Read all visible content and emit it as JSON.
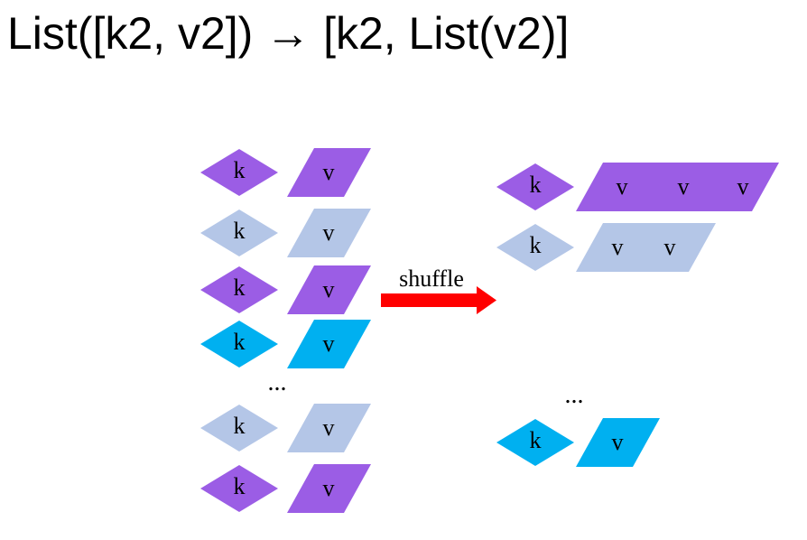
{
  "title": "List([k2, v2]) → [k2, List(v2)]",
  "colors": {
    "purple": "#9b5de5",
    "lightblue": "#b4c6e7",
    "cyan": "#00b0f0",
    "arrow": "#ff0000"
  },
  "key_label": "k",
  "value_label": "v",
  "arrow_label": "shuffle",
  "ellipsis": "...",
  "input_pairs": [
    "purple",
    "lightblue",
    "purple",
    "cyan",
    "lightblue",
    "purple"
  ],
  "output_groups": [
    {
      "color": "purple",
      "value_count": 3
    },
    {
      "color": "lightblue",
      "value_count": 2
    },
    {
      "color": "cyan",
      "value_count": 1
    }
  ]
}
